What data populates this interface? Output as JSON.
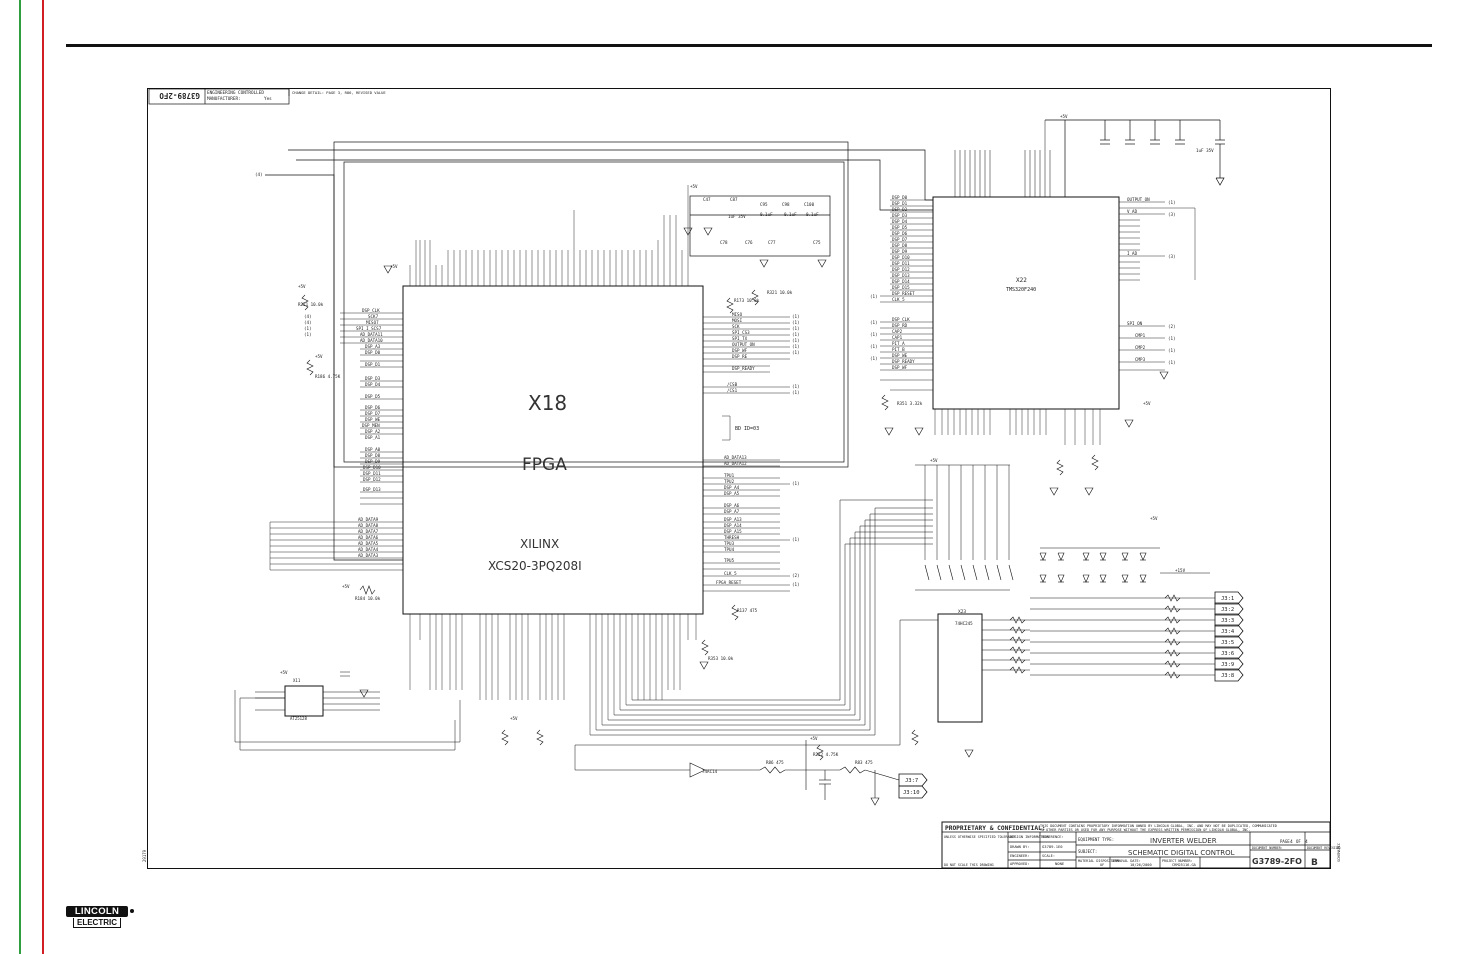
{
  "header": {
    "drawing_no": "G3789-2FO",
    "engineering_controlled": "ENGINEERING CONTROLLED",
    "manufacturer": "MANUFACTURER:",
    "manufacturer_value": "Yes",
    "change_detail": "CHANGE DETAIL: PAGE 3, R86, REVISED VALUE"
  },
  "fpga": {
    "ref": "X18",
    "type": "FPGA",
    "maker": "XILINX",
    "part": "XCS20-3PQ208I",
    "bd_id": "BD ID=03"
  },
  "dsp": {
    "ref": "X22",
    "part": "TMS320F240"
  },
  "decoder": {
    "ref": "X23",
    "part": "74HC245"
  },
  "buffer": {
    "part": "74AC14"
  },
  "eeprom": {
    "ref": "X11",
    "part": "AT25128"
  },
  "connectors": [
    "J3:1",
    "J3:2",
    "J3:3",
    "J3:4",
    "J3:5",
    "J3:6",
    "J3:9",
    "J3:8"
  ],
  "connectors_bottom": [
    "J3:7",
    "J3:10"
  ],
  "left_signals": [
    "DSP_CLK",
    "SCK7",
    "MISO7",
    "SPI_I_SCS7",
    "AD_DATA11",
    "AD_DATA10",
    "DSP_A3",
    "DSP_D0",
    "DSP_D1",
    "DSP_D2",
    "DSP_D3",
    "DSP_D4",
    "DSP_D5",
    "DSP_D6",
    "DSP_D7",
    "DSP_WE",
    "DSP_MEN",
    "DSP_A2",
    "DSP_A1",
    "DSP_A0",
    "DSP_D8",
    "DSP_D9",
    "DSP_D10",
    "DSP_D11",
    "DSP_D12",
    "DSP_D13",
    "AD_DATA9",
    "AD_DATA8",
    "AD_DATA7",
    "AD_DATA6",
    "AD_DATA5",
    "AD_DATA4",
    "AD_DATA3"
  ],
  "right_signals": [
    "MISO",
    "MOSI",
    "SCK",
    "SPI_CS3",
    "SPI_TX",
    "OUTPUT_ON",
    "DSP_WF",
    "DSP_RE",
    "DSP_READY",
    "/CSB",
    "/CS1",
    "AD_DATA13",
    "AD_DATA12",
    "TPU1",
    "TPU2",
    "DSP_A4",
    "DSP_A5",
    "DSP_A6",
    "DSP_A7",
    "DSP_A13",
    "DSP_A14",
    "DSP_A15",
    "THRESH",
    "TPU3",
    "TPU4",
    "TPU5",
    "CLK_5",
    "FPGA_RESET"
  ],
  "dsp_left_signals": [
    "DSP_D0",
    "DSP_D1",
    "DSP_D2",
    "DSP_D3",
    "DSP_D4",
    "DSP_D5",
    "DSP_D6",
    "DSP_D7",
    "DSP_D8",
    "DSP_D9",
    "DSP_D10",
    "DSP_D11",
    "DSP_D12",
    "DSP_D13",
    "DSP_D14",
    "DSP_D15",
    "DSP_RESET",
    "CLK_5",
    "DSP_CLK",
    "DSP_RD",
    "CAP2",
    "CAP1",
    "PIT_A",
    "PIT_B",
    "DSP_WE",
    "DSP_READY",
    "DSP_WF"
  ],
  "dsp_right_signals": [
    "OUTPUT_ON",
    "V_AD",
    "I_AD",
    "SPI_ON",
    "CMP1",
    "CMP2",
    "CMP3"
  ],
  "power_labels": {
    "vcc": "+5V",
    "v15": "+15V"
  },
  "caps_top": [
    "C47",
    "C87",
    "C95",
    "C98",
    "C100",
    "C78",
    "C76",
    "C77",
    "C75"
  ],
  "cap_values": [
    "0.1uF",
    "1uF 35V"
  ],
  "resistors": [
    "R173 10.0k",
    "R321 10.0k",
    "R221 10.0k",
    "R186 4.75K",
    "R184 10.0k",
    "R137 475",
    "R353 10.0k",
    "R222 4.75K",
    "R86 475",
    "R83 475",
    "R351 3.32k"
  ],
  "arrows_one": "(1)",
  "arrows_two": "(2)",
  "arrows_three": "(3)",
  "arrows_four": "(4)",
  "title_block": {
    "proprietary": "PROPRIETARY & CONFIDENTIAL:",
    "proprietary_text_1": "THIS DOCUMENT CONTAINS PROPRIETARY INFORMATION OWNED BY LINCOLN GLOBAL, INC. AND MAY NOT BE DUPLICATED, COMMUNICATED",
    "proprietary_text_2": "TO OTHER PARTIES OR USED FOR ANY PURPOSE WITHOUT THE EXPRESS WRITTEN PERMISSION OF LINCOLN GLOBAL, INC.",
    "equipment_type_label": "EQUIPMENT TYPE:",
    "equipment_type": "INVERTER WELDER",
    "subject_label": "SUBJECT:",
    "subject": "SCHEMATIC DIGITAL CONTROL",
    "page_label": "PAGE",
    "page_no": "4",
    "of_label": "OF",
    "page_total": "4",
    "document_number_label": "DOCUMENT NUMBER:",
    "document_number": "G3789-2FO",
    "revision_label": "DOCUMENT REVISION:",
    "revision": "B",
    "scale_label": "SCALE:",
    "scale": "NONE",
    "date_label": "DATE:",
    "date": "10/26/2000",
    "project_label": "PROJECT NUMBER:",
    "project": "CRM25116-GA",
    "reference": "G3789-1E0",
    "drawn_by": "DRAWN BY:",
    "engineer": "ENGINEER:",
    "approved": "APPROVED:",
    "design_info": "DESIGN INFORMATION",
    "reference_label": "REFERENCE:",
    "material_disposition": "MATERIAL DISPOSITION:",
    "material_disposition_value": "UF",
    "approval_date": "APPROVAL DATE:",
    "tolerance_note": "UNLESS OTHERWISE SPECIFIED TOLERANCE",
    "do_not_scale": "DO NOT SCALE THIS DRAWING"
  },
  "side_code": "29179",
  "side_code_right": "SCHEMATIC",
  "logo": {
    "top": "LINCOLN",
    "bottom": "ELECTRIC"
  },
  "colors": {
    "edge_green": "#2e9e3e",
    "edge_red": "#d21f26",
    "ink": "#111111"
  }
}
